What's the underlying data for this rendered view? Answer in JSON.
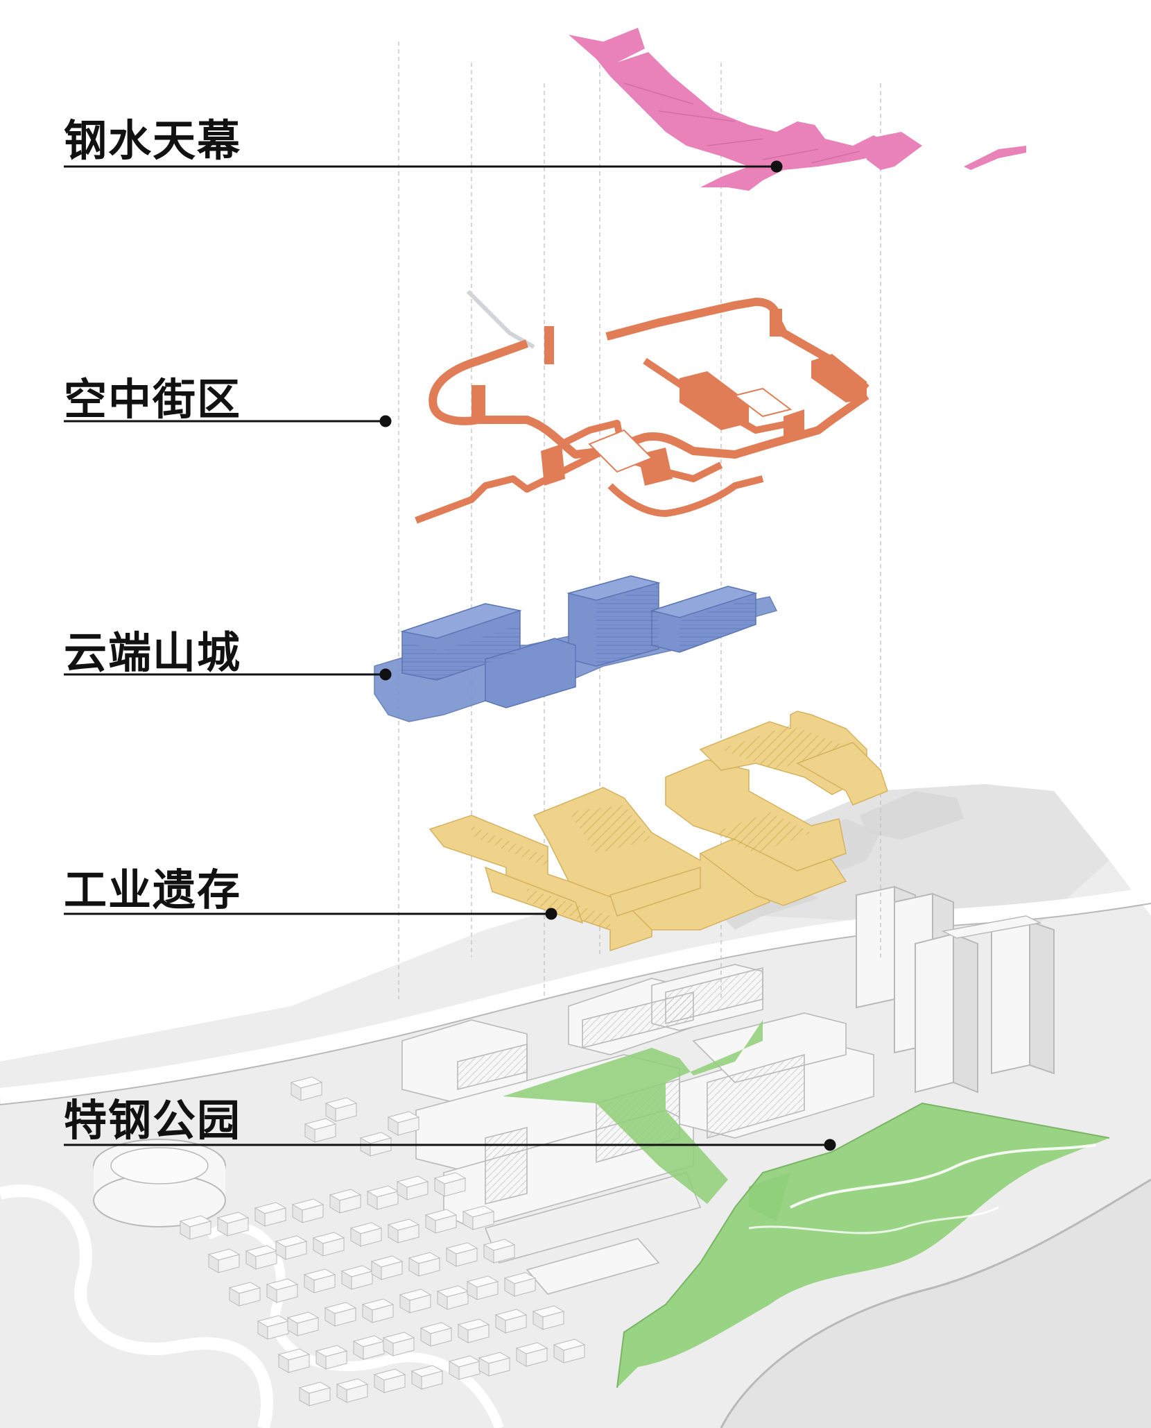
{
  "layers": [
    {
      "id": "steel-water-canopy",
      "label": "钢水天幕",
      "color": "#e882b8"
    },
    {
      "id": "sky-street",
      "label": "空中街区",
      "color": "#e07d56"
    },
    {
      "id": "cloud-mountain-city",
      "label": "云端山城",
      "color": "#7a93cf"
    },
    {
      "id": "industrial-heritage",
      "label": "工业遗存",
      "color": "#f0d38a"
    },
    {
      "id": "special-steel-park",
      "label": "特钢公园",
      "color": "#8fcf78"
    }
  ],
  "base_colors": {
    "ground": "#ededed",
    "building": "#f7f7f7",
    "edge": "#b9b9b9",
    "shadow": "#d6d6d6",
    "guide": "#c4c4c4",
    "leader": "#111111"
  }
}
